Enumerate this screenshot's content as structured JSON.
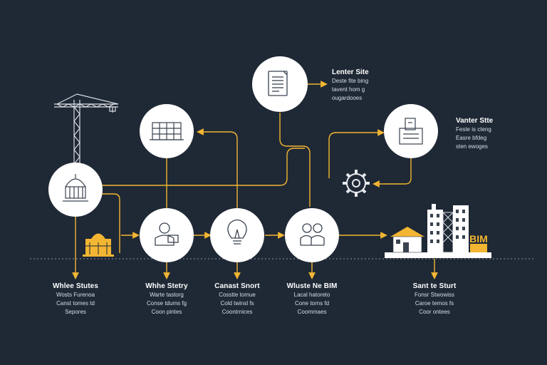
{
  "colors": {
    "background": "#1f2835",
    "connector": "#f2b632",
    "node_fill": "#ffffff",
    "icon_stroke": "#3a4350",
    "text": "#ffffff"
  },
  "top_nodes": [
    {
      "icon": "document-icon",
      "title": "Lenter Site",
      "lines": [
        "Deste fite bing",
        "tavent hom g",
        "ougardooes"
      ]
    },
    {
      "icon": "drawing-board-icon",
      "title": "Vanter Stte",
      "lines": [
        "Feste is cteng",
        "Easre bfdeg",
        "sten ewoges"
      ]
    }
  ],
  "bottom_nodes": [
    {
      "icon": "factory-icon",
      "title": "Whlee Stutes",
      "lines": [
        "Wosts Furenoa",
        "Canst tomes td",
        "Sepores"
      ]
    },
    {
      "icon": "worker-icon",
      "title": "Whhe Stetry",
      "lines": [
        "Warte tastorg",
        "Conse tdums fg",
        "Coon pintes"
      ]
    },
    {
      "icon": "lightbulb-icon",
      "title": "Canast Snort",
      "lines": [
        "Cosstte tomue",
        "Cold twinsl fs",
        "Coontrnices"
      ]
    },
    {
      "icon": "team-icon",
      "title": "Wluste Ne BIM",
      "lines": [
        "Lacal hatoreto",
        "Cone torns fd",
        "Coommaes"
      ]
    },
    {
      "icon": "city-icon",
      "title": "Sant te Sturt",
      "lines": [
        "Fonsr Stwowiss",
        "Caroe temos fs",
        "Coor ontees"
      ]
    }
  ],
  "badge": {
    "text": "BIM"
  }
}
